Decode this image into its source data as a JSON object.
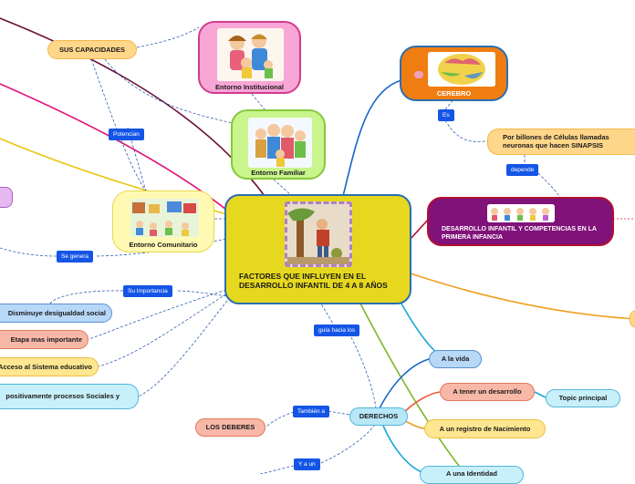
{
  "central": {
    "title": "FACTORES QUE INFLUYEN EN EL DESARROLLO INFANTIL DE 4 A 8 AÑOS"
  },
  "nodes": {
    "capacidades": "SUS CAPACIDADES",
    "institucional": "Entorno Institucional",
    "familiar": "Entorno Familiar",
    "comunitario": "Entorno Comunitario",
    "cerebro": "CEREBRO",
    "sinapsis": "Por billones de Células llamadas neuronas que hacen SINAPSIS",
    "desarrollo": "DESARROLLO INFANTIL Y COMPETENCIAS EN LA PRIMERA INFANCIA",
    "desigualdad": "Disminuye desigualdad social",
    "etapa": "Etapa mas importante",
    "sistema": "Acceso al Sistema educativo",
    "procesos": "positivamente procesos Sociales y",
    "derechos": "DERECHOS",
    "vida": "A la vida",
    "tener_desarrollo": "A tener un desarrollo",
    "topic": "Topic principal",
    "registro": "A un registro de Nacimiento",
    "deberes": "LOS DEBERES",
    "identidad": "A una Identidad"
  },
  "tags": {
    "potencian": "Potencian",
    "se_genera": "Se genera",
    "su_importancia": "Su Importancia",
    "guia": "guía hacia los",
    "tambien": "También a",
    "y_a_un": "Y a un",
    "es": "Es",
    "depende": "depende"
  },
  "colors": {
    "central": "#e6d81e",
    "central_border": "#2a6fb0",
    "cerebro": "#f07d12",
    "desarrollo": "#80127a",
    "tag": "#1555e6"
  }
}
